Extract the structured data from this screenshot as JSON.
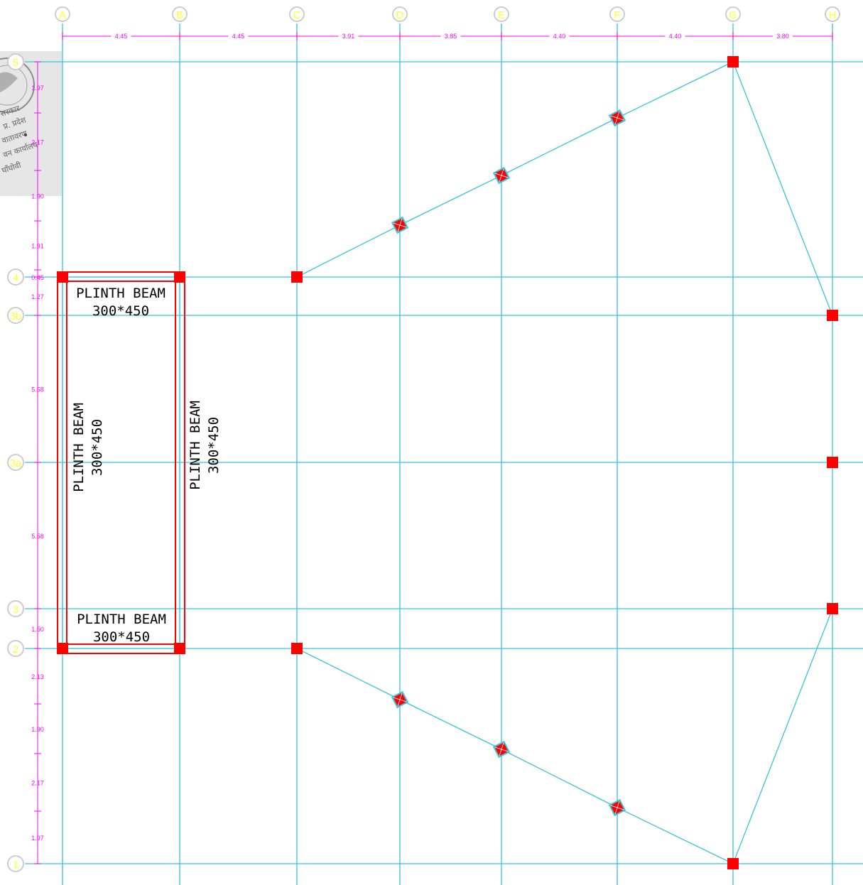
{
  "grid": {
    "columns": [
      "A",
      "B",
      "C",
      "D",
      "E",
      "F",
      "G",
      "H"
    ],
    "rows": [
      "5",
      "4",
      "3b",
      "3a",
      "3",
      "2",
      "1"
    ],
    "column_spacings": [
      "4.45",
      "4.45",
      "3.91",
      "3.85",
      "4.40",
      "4.40",
      "3.80"
    ],
    "row_spacings": [
      "1.97",
      "2.17",
      "1.90",
      "1.91",
      "0.45",
      "1.27",
      "5.58",
      "5.58",
      "1.50",
      "2.13",
      "1.90",
      "2.17",
      "1.97"
    ]
  },
  "beams": [
    {
      "label": "PLINTH BEAM",
      "size": "300*450"
    },
    {
      "label": "PLINTH BEAM",
      "size": "300*450"
    },
    {
      "label": "PLINTH BEAM",
      "size": "300*450"
    },
    {
      "label": "PLINTH BEAM",
      "size": "300*450"
    }
  ],
  "stamp": {
    "lines": [
      "सरकार",
      "प्र. प्रदेश",
      "वातावरण मन्त्रालय",
      "वन कार्यालय",
      "घाँघोवी"
    ]
  },
  "colors": {
    "grid_line": "#35c4dc",
    "bubble": "#ffff33",
    "dimension": "#ff00ff",
    "column": "#ff0000",
    "beam": "#ff0000",
    "text": "#000000"
  }
}
